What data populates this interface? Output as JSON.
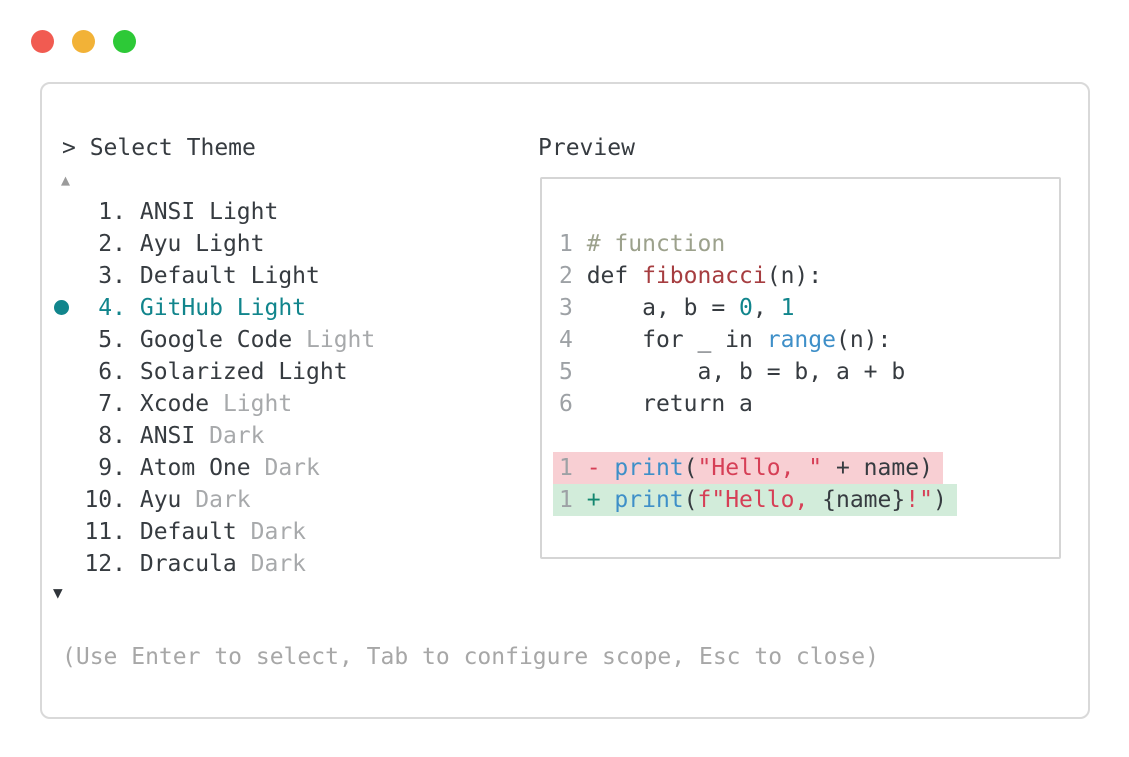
{
  "window": {
    "prompt": "> Select Theme",
    "up_arrow": "▲",
    "down_arrow": "▼",
    "hint": "(Use Enter to select, Tab to configure scope, Esc to close)"
  },
  "traffic_lights": {
    "red": "#f15b51",
    "yellow": "#f2b237",
    "green": "#2dc937"
  },
  "theme_list": {
    "selected_number": "4.",
    "items": [
      {
        "number": "1.",
        "name": "ANSI",
        "suffix": "Light",
        "suffix_muted": false,
        "selected": false
      },
      {
        "number": "2.",
        "name": "Ayu",
        "suffix": "Light",
        "suffix_muted": false,
        "selected": false
      },
      {
        "number": "3.",
        "name": "Default",
        "suffix": "Light",
        "suffix_muted": false,
        "selected": false
      },
      {
        "number": "4.",
        "name": "GitHub",
        "suffix": "Light",
        "suffix_muted": false,
        "selected": true
      },
      {
        "number": "5.",
        "name": "Google Code",
        "suffix": "Light",
        "suffix_muted": true,
        "selected": false
      },
      {
        "number": "6.",
        "name": "Solarized",
        "suffix": "Light",
        "suffix_muted": false,
        "selected": false
      },
      {
        "number": "7.",
        "name": "Xcode",
        "suffix": "Light",
        "suffix_muted": true,
        "selected": false
      },
      {
        "number": "8.",
        "name": "ANSI",
        "suffix": "Dark",
        "suffix_muted": true,
        "selected": false
      },
      {
        "number": "9.",
        "name": "Atom One",
        "suffix": "Dark",
        "suffix_muted": true,
        "selected": false
      },
      {
        "number": "10.",
        "name": "Ayu",
        "suffix": "Dark",
        "suffix_muted": true,
        "selected": false
      },
      {
        "number": "11.",
        "name": "Default",
        "suffix": "Dark",
        "suffix_muted": true,
        "selected": false
      },
      {
        "number": "12.",
        "name": "Dracula",
        "suffix": "Dark",
        "suffix_muted": true,
        "selected": false
      }
    ]
  },
  "preview": {
    "label": "Preview",
    "code_lines": [
      {
        "num": "1",
        "tokens": [
          {
            "t": "# function",
            "c": "comment"
          }
        ]
      },
      {
        "num": "2",
        "tokens": [
          {
            "t": "def ",
            "c": "default"
          },
          {
            "t": "fibonacci",
            "c": "func"
          },
          {
            "t": "(n):",
            "c": "default"
          }
        ]
      },
      {
        "num": "3",
        "tokens": [
          {
            "t": "    a, b = ",
            "c": "default"
          },
          {
            "t": "0",
            "c": "number"
          },
          {
            "t": ", ",
            "c": "default"
          },
          {
            "t": "1",
            "c": "number"
          }
        ]
      },
      {
        "num": "4",
        "tokens": [
          {
            "t": "    for _ in ",
            "c": "default"
          },
          {
            "t": "range",
            "c": "builtin"
          },
          {
            "t": "(n):",
            "c": "default"
          }
        ]
      },
      {
        "num": "5",
        "tokens": [
          {
            "t": "        a, b = b, a + b",
            "c": "default"
          }
        ]
      },
      {
        "num": "6",
        "tokens": [
          {
            "t": "    return a",
            "c": "default"
          }
        ]
      }
    ],
    "diff_lines": [
      {
        "num": "1",
        "kind": "removed",
        "tokens": [
          {
            "t": "- ",
            "c": "string"
          },
          {
            "t": "print",
            "c": "builtin"
          },
          {
            "t": "(",
            "c": "default"
          },
          {
            "t": "\"Hello, \"",
            "c": "string"
          },
          {
            "t": " + name)",
            "c": "default"
          }
        ]
      },
      {
        "num": "1",
        "kind": "added",
        "tokens": [
          {
            "t": "+ ",
            "c": "added"
          },
          {
            "t": "print",
            "c": "builtin"
          },
          {
            "t": "(",
            "c": "default"
          },
          {
            "t": "f\"Hello, ",
            "c": "string"
          },
          {
            "t": "{name}",
            "c": "default"
          },
          {
            "t": "!\"",
            "c": "string"
          },
          {
            "t": ")",
            "c": "default"
          }
        ]
      }
    ]
  },
  "colors": {
    "text": "#363b40",
    "muted": "#a7a9ab",
    "accent_teal": "#11858c",
    "comment": "#9ca18c",
    "function_red": "#a63d40",
    "builtin_blue": "#3e8fc8",
    "string_red": "#d63f56",
    "added_green": "#13866f",
    "line_number_gray": "#9da1a5",
    "removed_bg": "#f8cfd3",
    "added_bg": "#d2ecda",
    "border": "#d9d9d9"
  }
}
